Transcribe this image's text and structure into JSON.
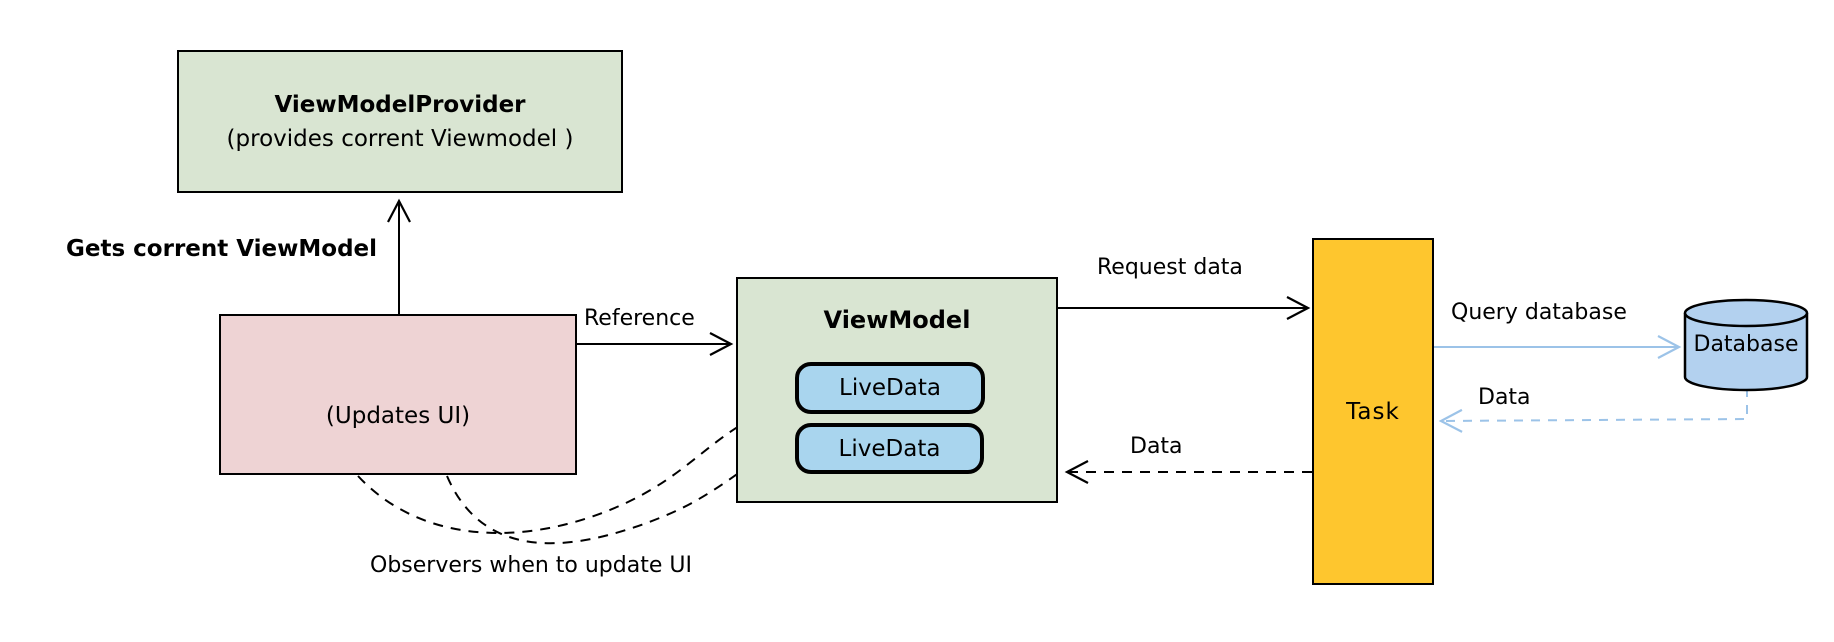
{
  "diagram": {
    "nodes": {
      "view_model_provider": {
        "title": "ViewModelProvider",
        "subtitle": "(provides corrent Viewmodel )"
      },
      "activity": {
        "label": "(Updates UI)"
      },
      "view_model": {
        "title": "ViewModel",
        "livedata_1": "LiveData",
        "livedata_2": "LiveData"
      },
      "task": {
        "label": "Task"
      },
      "database": {
        "label": "Database"
      }
    },
    "edge_labels": {
      "gets_current_viewmodel": "Gets corrent ViewModel",
      "reference": "Reference",
      "request_data": "Request data",
      "query_database": "Query database",
      "data_from_database": "Data",
      "data_to_viewmodel": "Data",
      "observers": "Observers when to update UI"
    }
  },
  "colors": {
    "green_box": "#d9e5d2",
    "pink_box": "#eed3d4",
    "gold_box": "#fec62e",
    "livedata_blue": "#a9d5ee",
    "database_blue": "#b3d1ef",
    "arrow_blue": "#9cc3e8",
    "line_color": "#000000"
  }
}
